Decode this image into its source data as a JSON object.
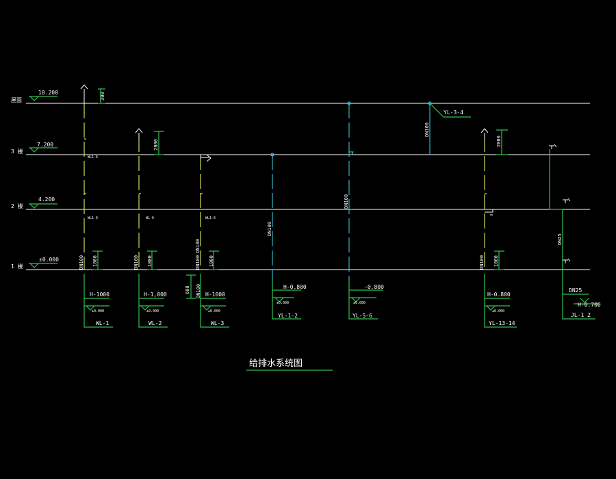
{
  "title": "给排水系统图",
  "floors": [
    {
      "label": "屋面",
      "elevation": "10.200"
    },
    {
      "label": "3 楼",
      "elevation": "7.200"
    },
    {
      "label": "2 楼",
      "elevation": "4.200"
    },
    {
      "label": "1 楼",
      "elevation": "±0.000"
    }
  ],
  "stacks": [
    {
      "name": "WL-1",
      "depth": "H-1000",
      "pipe": "DN100",
      "rise": "1000",
      "vent_height": "300",
      "floor_tags": [
        "WL1-6",
        "WL1-6"
      ]
    },
    {
      "name": "WL-2",
      "depth": "H-1,000",
      "pipe": "DN100",
      "rise": "1000",
      "vent_height": "2000",
      "floor_tags": [
        "WL-6"
      ]
    },
    {
      "name": "WL-3",
      "depth": "H-1000",
      "pipe": "DN100",
      "rise": "1000",
      "vent_height": "",
      "floor_tags": [
        "WL1-6"
      ],
      "extra_dim": "600",
      "extra_pipe": "DN100"
    },
    {
      "name": "YL-1-2",
      "depth": "H-0.800",
      "pipe": "DN100"
    },
    {
      "name": "YL-5-6",
      "depth": "-0.800",
      "pipe": "DN100"
    },
    {
      "name": "YL-13-14",
      "depth": "H-0.800",
      "pipe": "DN100",
      "rise": "1000",
      "vent_height": "2000"
    },
    {
      "name": "JL-1  2",
      "depth": "H-0.700",
      "pipe": "DN25",
      "pipe_upper": "DN25"
    }
  ],
  "roof_drain": {
    "name": "YL-3-4",
    "pipe": "DN100"
  },
  "small_mark": "±0.000",
  "colors": {
    "background": "#000000",
    "floor_line": "#ffffff",
    "annotation": "#2fc24f",
    "drain_pipe": "#ffff66",
    "rain_pipe": "#39d7ee"
  }
}
